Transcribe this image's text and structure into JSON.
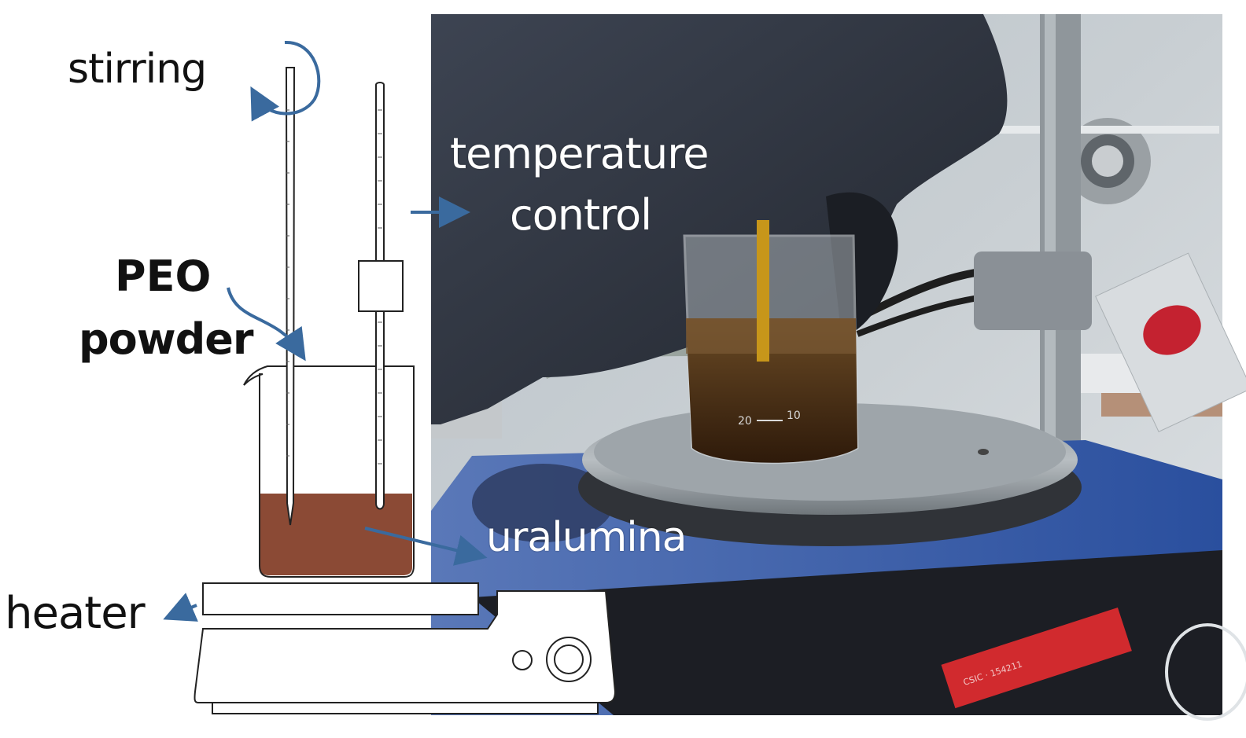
{
  "labels": {
    "stirring": "stirring",
    "temperature": "temperature",
    "control": "control",
    "peo": "PEO",
    "powder": "powder",
    "uralumina": "uralumina",
    "heater": "heater"
  },
  "photo_text": {
    "beaker_mark_20": "20",
    "beaker_mark_10": "10"
  },
  "colors": {
    "arrow": "#3A6A9E",
    "slurry": "#8B4A35",
    "hotplate_body": "#2F56A8",
    "glove": "#2E3440",
    "liquid": "#4A2A10"
  },
  "icons": [
    "rotation-arrow-icon",
    "arrow-right-icon",
    "curved-arrow-icon",
    "arrow-left-icon"
  ]
}
